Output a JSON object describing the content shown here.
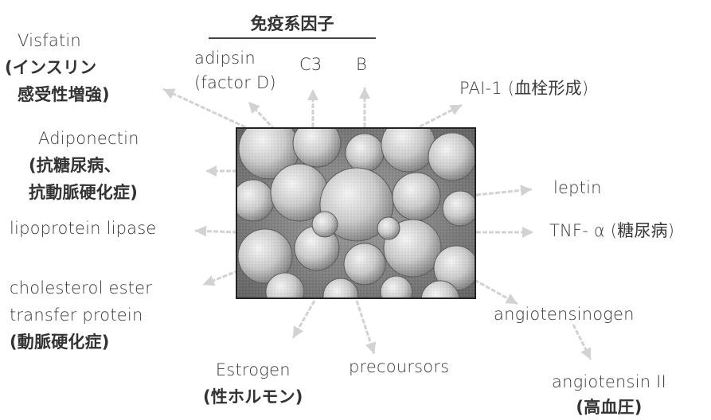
{
  "heading": "免疫系因子",
  "immune": {
    "adipsin": [
      "adipsin",
      "(factor D)"
    ],
    "c3": "C3",
    "b": "B"
  },
  "left": {
    "visfatin": [
      "Visfatin",
      "(インスリン",
      "感受性増強)"
    ],
    "adiponectin": [
      "Adiponectin",
      "(抗糖尿病、",
      "抗動脈硬化症)"
    ],
    "lipase": "lipoprotein lipase",
    "cetp": [
      "cholesterol ester",
      "transfer protein",
      "(動脈硬化症)"
    ]
  },
  "right": {
    "pai1": "PAI-1 (血栓形成)",
    "leptin": "leptin",
    "tnf": "TNF- α (糖尿病)",
    "angiotensinogen": "angiotensinogen",
    "angiotensin2": [
      "angiotensin II",
      "(高血圧)"
    ]
  },
  "bottom": {
    "estrogen": [
      "Estrogen",
      "(性ホルモン)"
    ],
    "precoursors": "precoursors"
  },
  "colors": {
    "arrow": "#d2d2d2",
    "text": "#3a3a3a",
    "frame": "#222222"
  }
}
